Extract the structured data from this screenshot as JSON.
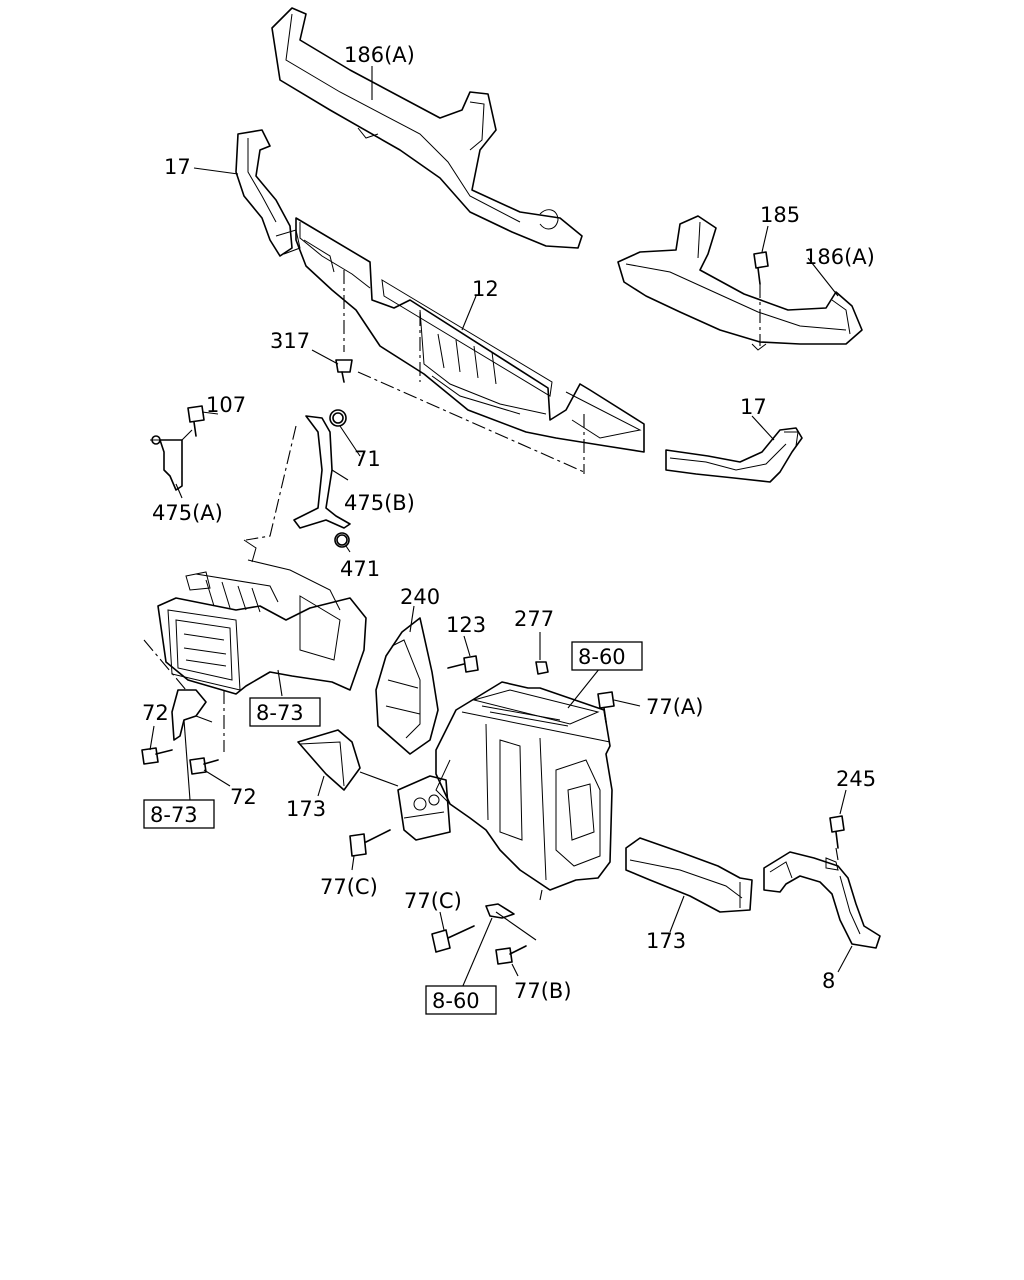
{
  "diagram": {
    "callouts": {
      "c186a_top": "186(A)",
      "c17_top": "17",
      "c185": "185",
      "c186a_right": "186(A)",
      "c12": "12",
      "c317": "317",
      "c107": "107",
      "c17_right": "17",
      "c71": "71",
      "c475b": "475(B)",
      "c475a": "475(A)",
      "c471": "471",
      "c240": "240",
      "c123": "123",
      "c277": "277",
      "c77a": "77(A)",
      "c72_left": "72",
      "c72_right": "72",
      "c173_left": "173",
      "c245": "245",
      "c77c_left": "77(C)",
      "c77c_bottom": "77(C)",
      "c173_right": "173",
      "c77b": "77(B)",
      "c8": "8"
    },
    "refs": {
      "r860_top": "8-60",
      "r873_mid": "8-73",
      "r873_left": "8-73",
      "r860_bottom": "8-60"
    }
  }
}
